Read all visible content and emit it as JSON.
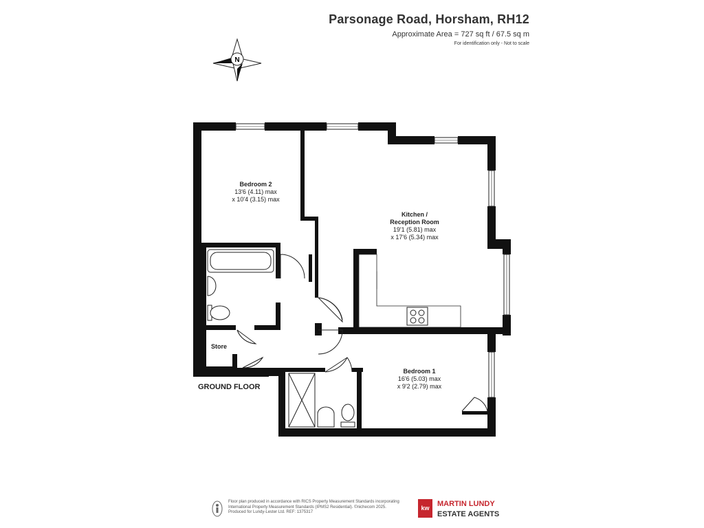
{
  "header": {
    "title": "Parsonage Road, Horsham, RH12",
    "area": "Approximate Area = 727 sq ft / 67.5 sq m",
    "scale_note": "For identification only - Not to scale"
  },
  "compass": {
    "label": "N"
  },
  "rooms": {
    "bedroom2": {
      "name": "Bedroom 2",
      "dim1": "13'6 (4.11) max",
      "dim2": "x 10'4 (3.15) max"
    },
    "kitchen": {
      "name1": "Kitchen /",
      "name2": "Reception Room",
      "dim1": "19'1 (5.81) max",
      "dim2": "x 17'6 (5.34) max"
    },
    "bedroom1": {
      "name": "Bedroom 1",
      "dim1": "16'6 (5.03) max",
      "dim2": "x 9'2 (2.79) max"
    },
    "store": {
      "name": "Store"
    }
  },
  "floor_label": "GROUND FLOOR",
  "footer": {
    "note_line1": "Floor plan produced in accordance with RICS Property Measurement Standards incorporating",
    "note_line2": "International Property Measurement Standards (IPMS2 Residential). ©nichecom 2025.",
    "note_line3": "Produced for Lundy-Lester Ltd.   REF:  1375317",
    "logo_text": "kw",
    "brand_line1": "MARTIN LUNDY",
    "brand_line2": "ESTATE AGENTS"
  },
  "colors": {
    "wall": "#111111",
    "brand_red": "#c6262e"
  }
}
